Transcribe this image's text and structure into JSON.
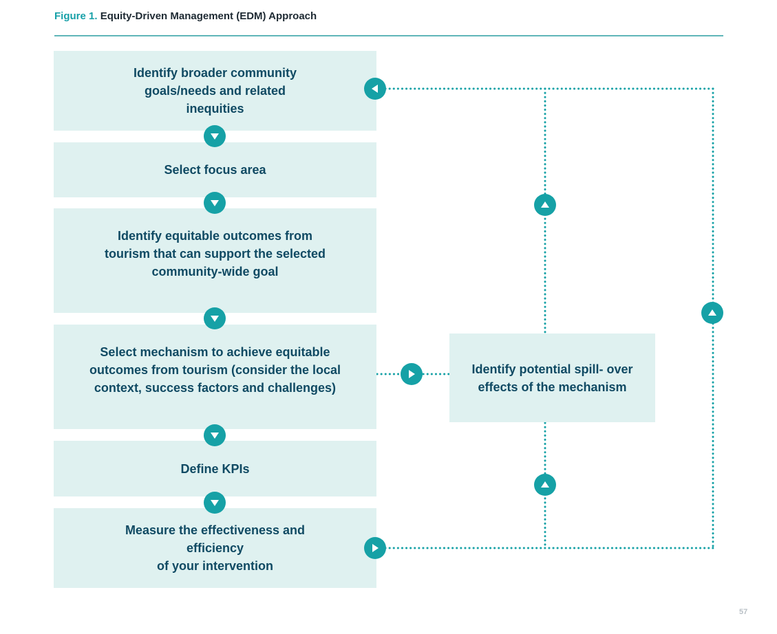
{
  "caption": {
    "figure_label": "Figure 1.",
    "title": "Equity-Driven Management (EDM) Approach"
  },
  "steps": [
    "Identify broader community\ngoals/needs and related\ninequities",
    "Select focus area",
    "Identify equitable outcomes from\ntourism that can support the selected\ncommunity-wide goal",
    "Select mechanism to achieve equitable\noutcomes from tourism (consider the local\ncontext, success factors and challenges)",
    "Define KPIs",
    "Measure the effectiveness and\nefficiency\nof your intervention"
  ],
  "side_box": "Identify potential spill- over\neffects of the mechanism",
  "page_number": "57",
  "colors": {
    "box_fill": "#dff1f0",
    "box_text": "#104a63",
    "accent": "#16a1a6",
    "rule": "#5fb5b8"
  },
  "icons": {
    "down": "arrow-down-icon",
    "up": "arrow-up-icon",
    "left": "arrow-left-icon",
    "right": "arrow-right-icon"
  }
}
